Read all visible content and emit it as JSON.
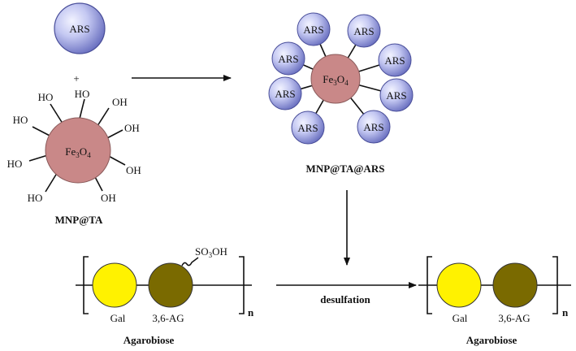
{
  "colors": {
    "ars_bead": "#7a7fc4",
    "ars_bead_light": "#eef0ff",
    "fe3o4_core": "#c98888",
    "gal": "#fff200",
    "anhydro_gal": "#7a6a00",
    "line": "#111111"
  },
  "reagents": {
    "ars_label": "ARS",
    "plus": "+",
    "fe_label_a": "Fe",
    "fe_sub_a": "3",
    "fe_label_b": "O",
    "fe_sub_b": "4",
    "hydroxyl": "HO",
    "hydroxyl_right": "OH",
    "mnp_ta": "MNP@TA"
  },
  "product": {
    "ars_label": "ARS",
    "fe_label_a": "Fe",
    "fe_sub_a": "3",
    "fe_label_b": "O",
    "fe_sub_b": "4",
    "name": "MNP@TA@ARS"
  },
  "polymer_left": {
    "gal_label": "Gal",
    "ag_label": "3,6-AG",
    "sulfate_a": "SO",
    "sulfate_sub": "3",
    "sulfate_b": "OH",
    "repeat": "n",
    "name": "Agarobiose"
  },
  "reaction": {
    "arrow_label": "desulfation"
  },
  "polymer_right": {
    "gal_label": "Gal",
    "ag_label": "3,6-AG",
    "repeat": "n",
    "name": "Agarobiose"
  }
}
